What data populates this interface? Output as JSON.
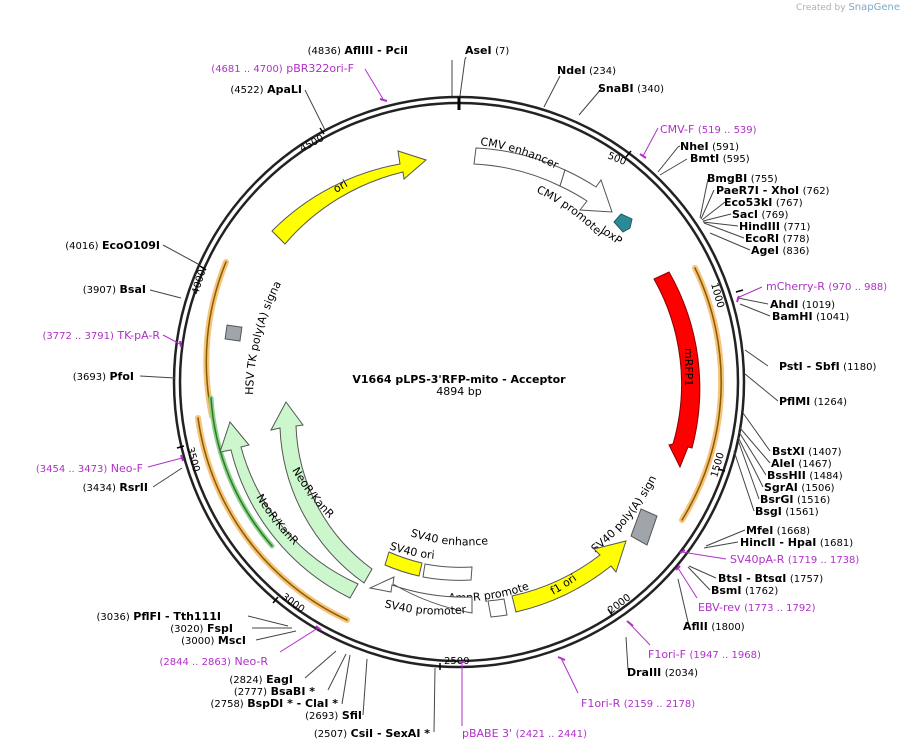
{
  "credit": {
    "prefix": "Created by",
    "brand": "SnapGene"
  },
  "plasmid": {
    "name": "V1664 pLPS-3'RFP-mito - Acceptor",
    "size_label": "4894 bp",
    "length": 4894
  },
  "ticks": [
    "500",
    "1000",
    "1500",
    "2000",
    "2500",
    "3000",
    "3500",
    "4000",
    "4500"
  ],
  "features": [
    {
      "label": "CMV enhancer",
      "type": "enhancer",
      "color": "#ffffff"
    },
    {
      "label": "CMV promoter",
      "type": "promoter",
      "color": "#ffffff"
    },
    {
      "label": "loxP",
      "type": "site",
      "color": "#2b8a96"
    },
    {
      "label": "mRFP1",
      "type": "cds",
      "color": "#ff0000"
    },
    {
      "label": "SV40 poly(A) signal",
      "type": "terminator",
      "color": "#a0a4ab"
    },
    {
      "label": "f1 ori",
      "type": "origin",
      "color": "#ffff00"
    },
    {
      "label": "AmpR promoter",
      "type": "promoter",
      "color": "#ffffff"
    },
    {
      "label": "SV40 promoter",
      "type": "promoter",
      "color": "#ffffff"
    },
    {
      "label": "SV40 enhancer",
      "type": "enhancer",
      "color": "#ffffff"
    },
    {
      "label": "SV40 ori",
      "type": "origin",
      "color": "#ffff00"
    },
    {
      "label": "NeoR/KanR",
      "type": "cds",
      "color": "#ccf7cc"
    },
    {
      "label": "NeoR/KanR",
      "type": "cds",
      "color": "#ccf7cc"
    },
    {
      "label": "HSV TK poly(A) signal",
      "type": "terminator",
      "color": "#a0a4ab"
    },
    {
      "label": "ori",
      "type": "origin",
      "color": "#ffff00"
    }
  ],
  "sites": [
    {
      "name": "AflIII  -  PciI",
      "pos": "(4836)"
    },
    {
      "name": "AseI",
      "pos": "(7)"
    },
    {
      "name": "NdeI",
      "pos": "(234)"
    },
    {
      "name": "SnaBI",
      "pos": "(340)"
    },
    {
      "name": "NheI",
      "pos": "(591)"
    },
    {
      "name": "BmtI",
      "pos": "(595)"
    },
    {
      "name": "BmgBI",
      "pos": "(755)"
    },
    {
      "name": "PaeR7I  -  XhoI",
      "pos": "(762)"
    },
    {
      "name": "Eco53kI",
      "pos": "(767)"
    },
    {
      "name": "SacI",
      "pos": "(769)"
    },
    {
      "name": "HindIII",
      "pos": "(771)"
    },
    {
      "name": "EcoRI",
      "pos": "(778)"
    },
    {
      "name": "AgeI",
      "pos": "(836)"
    },
    {
      "name": "AhdI",
      "pos": "(1019)"
    },
    {
      "name": "BamHI",
      "pos": "(1041)"
    },
    {
      "name": "PstI  -  SbfI",
      "pos": "(1180)"
    },
    {
      "name": "PflMI",
      "pos": "(1264)"
    },
    {
      "name": "BstXI",
      "pos": "(1407)"
    },
    {
      "name": "AleI",
      "pos": "(1467)"
    },
    {
      "name": "BssHII",
      "pos": "(1484)"
    },
    {
      "name": "SgrAI",
      "pos": "(1506)"
    },
    {
      "name": "BsrGI",
      "pos": "(1516)"
    },
    {
      "name": "BsgI",
      "pos": "(1561)"
    },
    {
      "name": "MfeI",
      "pos": "(1668)"
    },
    {
      "name": "HincII  -  HpaI",
      "pos": "(1681)"
    },
    {
      "name": "BtsI  -  BtsαI",
      "pos": "(1757)"
    },
    {
      "name": "BsmI",
      "pos": "(1762)"
    },
    {
      "name": "AflII",
      "pos": "(1800)"
    },
    {
      "name": "DraIII",
      "pos": "(2034)"
    },
    {
      "name": "CsiI  -  SexAI *",
      "pos": "(2507)"
    },
    {
      "name": "SfiI",
      "pos": "(2693)"
    },
    {
      "name": "BspDI *  -  ClaI *",
      "pos": "(2758)"
    },
    {
      "name": "BsaBI *",
      "pos": "(2777)"
    },
    {
      "name": "EagI",
      "pos": "(2824)"
    },
    {
      "name": "MscI",
      "pos": "(3000)"
    },
    {
      "name": "FspI",
      "pos": "(3020)"
    },
    {
      "name": "PflFI  -  Tth111I",
      "pos": "(3036)"
    },
    {
      "name": "RsrII",
      "pos": "(3434)"
    },
    {
      "name": "PfoI",
      "pos": "(3693)"
    },
    {
      "name": "BsaI",
      "pos": "(3907)"
    },
    {
      "name": "EcoO109I",
      "pos": "(4016)"
    },
    {
      "name": "ApaLI",
      "pos": "(4522)"
    }
  ],
  "primers": [
    {
      "name": "pBR322ori-F",
      "range": "(4681 .. 4700)"
    },
    {
      "name": "CMV-F",
      "range": "(519 .. 539)"
    },
    {
      "name": "mCherry-R",
      "range": "(970 .. 988)"
    },
    {
      "name": "SV40pA-R",
      "range": "(1719 .. 1738)"
    },
    {
      "name": "EBV-rev",
      "range": "(1773 .. 1792)"
    },
    {
      "name": "F1ori-F",
      "range": "(1947 .. 1968)"
    },
    {
      "name": "F1ori-R",
      "range": "(2159 .. 2178)"
    },
    {
      "name": "pBABE 3'",
      "range": "(2421 .. 2441)"
    },
    {
      "name": "Neo-R",
      "range": "(2844 .. 2863)"
    },
    {
      "name": "Neo-F",
      "range": "(3454 .. 3473)"
    },
    {
      "name": "TK-pA-R",
      "range": "(3772 .. 3791)"
    }
  ]
}
